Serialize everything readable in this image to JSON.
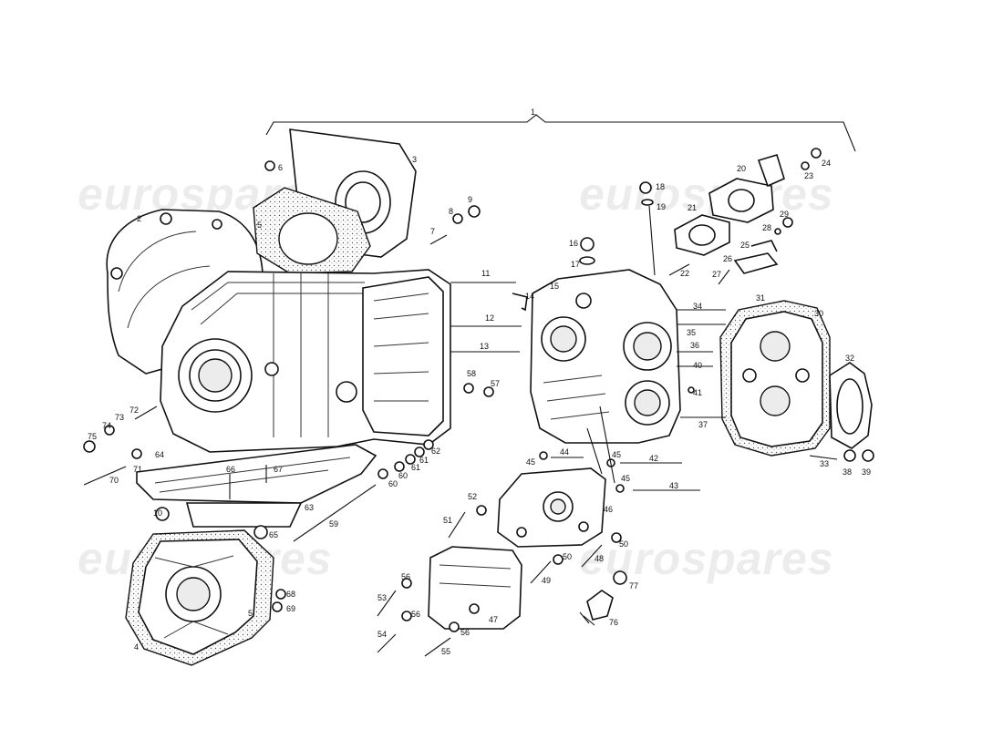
{
  "watermarks": [
    "eurospares",
    "eurospares",
    "eurospares",
    "eurospares"
  ],
  "labels": {
    "p1": "1",
    "p2": "2",
    "p3": "3",
    "p4": "4",
    "p5a": "5",
    "p5b": "5",
    "p6": "6",
    "p7": "7",
    "p8": "8",
    "p9": "9",
    "p10": "10",
    "p11": "11",
    "p12": "12",
    "p13": "13",
    "p14": "14",
    "p15": "15",
    "p16": "16",
    "p17": "17",
    "p18": "18",
    "p19": "19",
    "p20": "20",
    "p21": "21",
    "p22": "22",
    "p23": "23",
    "p24": "24",
    "p25": "25",
    "p26": "26",
    "p27": "27",
    "p28": "28",
    "p29": "29",
    "p30": "30",
    "p31": "31",
    "p32": "32",
    "p33": "33",
    "p34": "34",
    "p35": "35",
    "p36": "36",
    "p37": "37",
    "p38": "38",
    "p39": "39",
    "p40": "40",
    "p41": "41",
    "p42": "42",
    "p43": "43",
    "p44": "44",
    "p45a": "45",
    "p45b": "45",
    "p45c": "45",
    "p46": "46",
    "p47": "47",
    "p48": "48",
    "p49": "49",
    "p50a": "50",
    "p50b": "50",
    "p51": "51",
    "p52": "52",
    "p53": "53",
    "p54": "54",
    "p55": "55",
    "p56a": "56",
    "p56b": "56",
    "p56c": "56",
    "p57": "57",
    "p58": "58",
    "p59": "59",
    "p60a": "60",
    "p60b": "60",
    "p61a": "61",
    "p61b": "61",
    "p62": "62",
    "p63": "63",
    "p64": "64",
    "p65": "65",
    "p66": "66",
    "p67": "67",
    "p68": "68",
    "p69": "69",
    "p70": "70",
    "p71": "71",
    "p72": "72",
    "p73": "73",
    "p74": "74",
    "p75": "75",
    "p76": "76",
    "p77": "77"
  }
}
